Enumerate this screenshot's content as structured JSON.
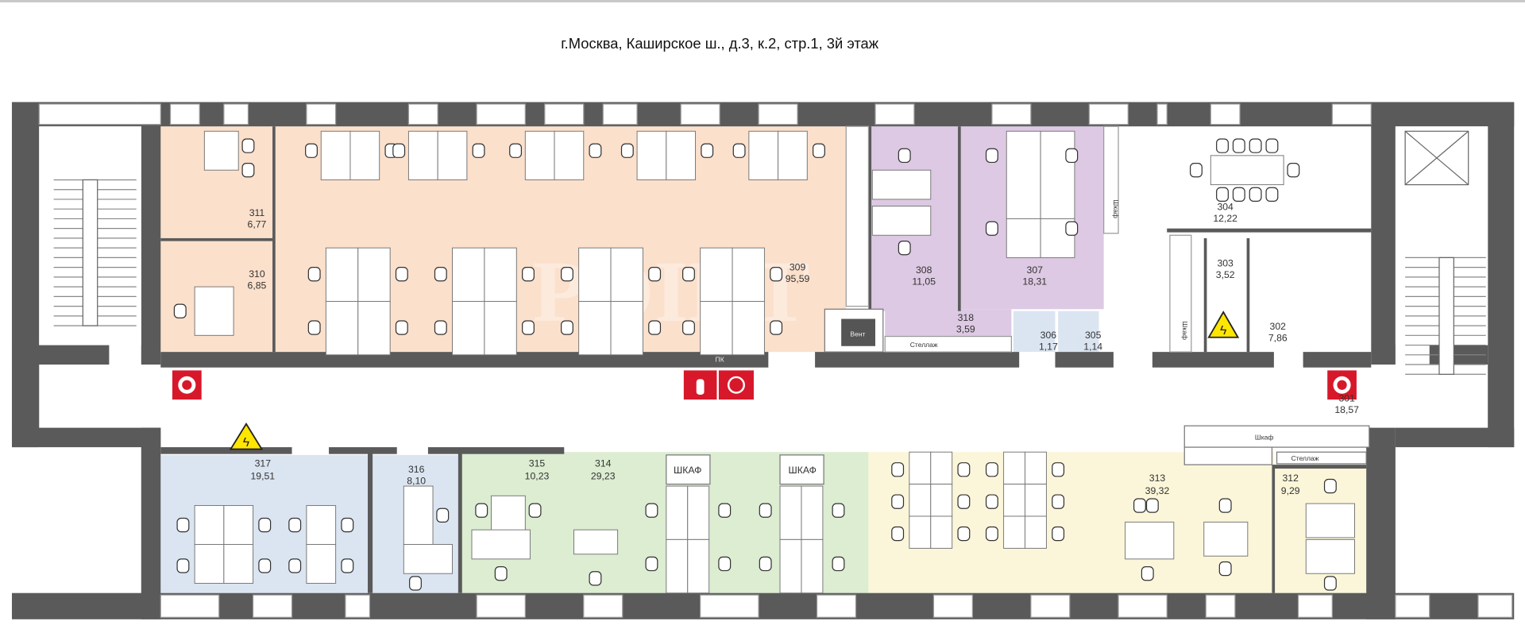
{
  "title": "г.Москва, Каширское ш., д.3, к.2, стр.1, 3й этаж",
  "colors": {
    "orange": "#fbe0cc",
    "purple": "#ddc9e3",
    "blue": "#dbe5f2",
    "green": "#dcedd2",
    "yellow": "#fbf6d9",
    "wall": "#5a5a5a",
    "fire": "#d7182a",
    "warning": "#ffe600"
  },
  "rooms": {
    "r301": {
      "number": "301",
      "area": "18,57"
    },
    "r302": {
      "number": "302",
      "area": "7,86"
    },
    "r303": {
      "number": "303",
      "area": "3,52"
    },
    "r304": {
      "number": "304",
      "area": "12,22"
    },
    "r305": {
      "number": "305",
      "area": "1,14"
    },
    "r306": {
      "number": "306",
      "area": "1,17"
    },
    "r307": {
      "number": "307",
      "area": "18,31"
    },
    "r308": {
      "number": "308",
      "area": "11,05"
    },
    "r309": {
      "number": "309",
      "area": "95,59"
    },
    "r310": {
      "number": "310",
      "area": "6,85"
    },
    "r311": {
      "number": "311",
      "area": "6,77"
    },
    "r312": {
      "number": "312",
      "area": "9,29"
    },
    "r313": {
      "number": "313",
      "area": "39,32"
    },
    "r314": {
      "number": "314",
      "area": "29,23"
    },
    "r315": {
      "number": "315",
      "area": "10,23"
    },
    "r316": {
      "number": "316",
      "area": "8,10"
    },
    "r317": {
      "number": "317",
      "area": "19,51"
    },
    "r318": {
      "number": "318",
      "area": "3,59"
    }
  },
  "labels": {
    "wardrobe_small": "Шкаф",
    "wardrobe_caps": "ШКАФ",
    "shelving": "Стеллаж",
    "fire_hose": "ПК",
    "ventilation": "Вент"
  },
  "watermark": "POINT"
}
